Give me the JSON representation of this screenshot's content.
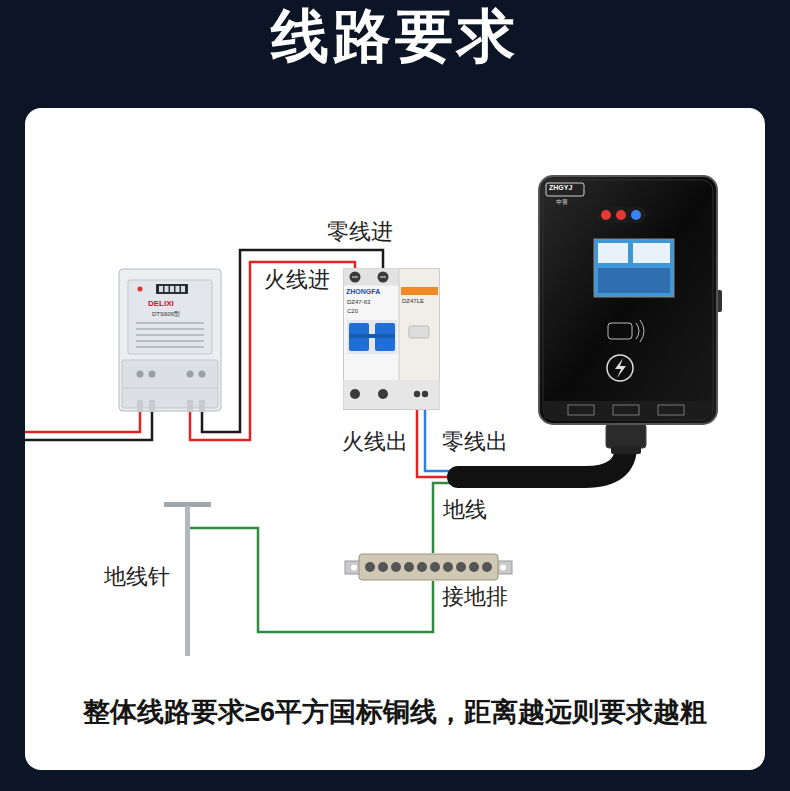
{
  "diagram": {
    "title": "线路要求",
    "caption": "整体线路要求≥6平方国标铜线，距离越远则要求越粗",
    "nodes": [
      {
        "text": [
          "DELIXI",
          "DTS606型"
        ]
      },
      {
        "text": [
          "ZHONGFA",
          "DZ47-63",
          "C20",
          "DZ47LE"
        ]
      },
      {
        "text": [
          "ZHGYJ",
          "中普"
        ]
      },
      {
        "text": [
          "地线针"
        ]
      },
      {
        "text": [
          "接地排"
        ]
      }
    ],
    "edges": [
      {
        "from": 0,
        "to": 1,
        "label": "火线进",
        "arrow": "none"
      },
      {
        "from": 0,
        "to": 1,
        "label": "零线进",
        "arrow": "none"
      },
      {
        "from": 1,
        "to": 2,
        "label": "火线出",
        "arrow": "none"
      },
      {
        "from": 1,
        "to": 2,
        "label": "零线出",
        "arrow": "none"
      },
      {
        "from": 2,
        "to": 4,
        "label": "地线",
        "arrow": "none"
      },
      {
        "from": 3,
        "to": 4,
        "arrow": "none"
      }
    ]
  }
}
